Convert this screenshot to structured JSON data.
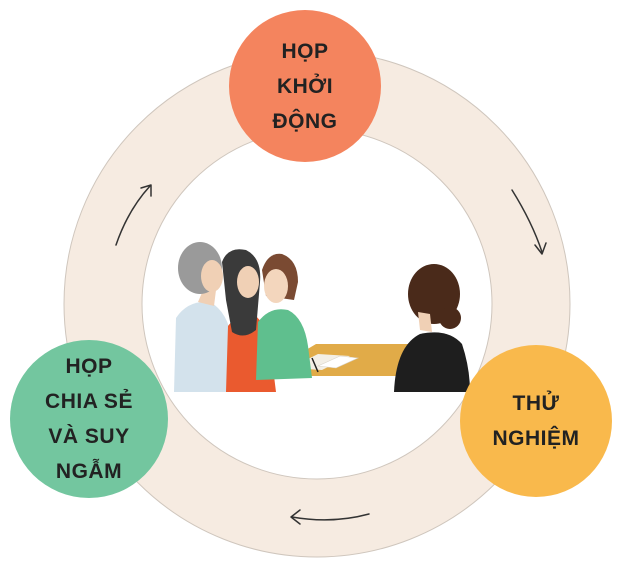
{
  "colors": {
    "ring": "#f6ebe1",
    "ring_edge": "#cfc6bd",
    "kickoff": "#f4845e",
    "trial": "#f9b94c",
    "reflect": "#73c69f",
    "arrow": "#333333"
  },
  "nodes": {
    "kickoff": {
      "lines": [
        "HỌP",
        "KHỞI",
        "ĐỘNG"
      ]
    },
    "trial": {
      "lines": [
        "THỬ",
        "NGHIỆM"
      ]
    },
    "reflect": {
      "lines": [
        "HỌP",
        "CHIA SẺ",
        "VÀ SUY",
        "NGẪM"
      ]
    }
  },
  "illustration": {
    "subject": "meeting-scene"
  },
  "arrows": [
    "clockwise-arrow",
    "clockwise-arrow",
    "clockwise-arrow"
  ]
}
